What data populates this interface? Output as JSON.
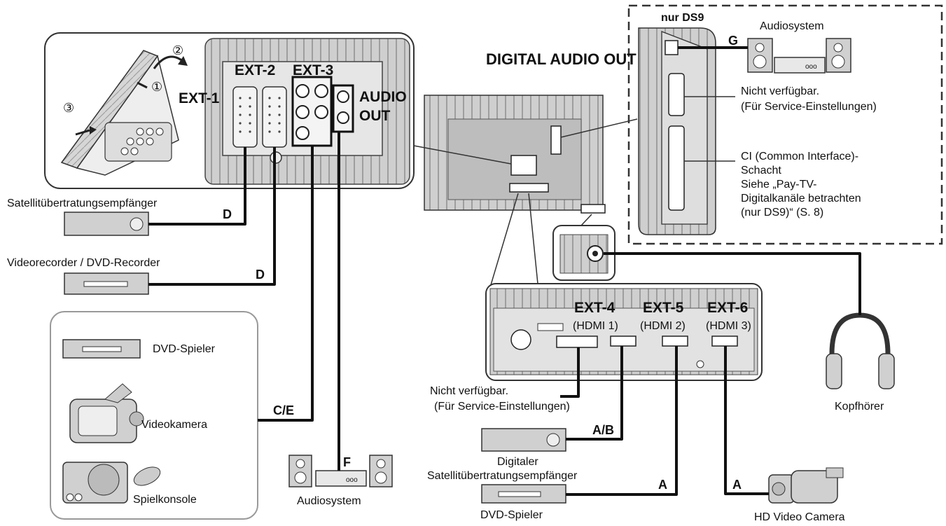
{
  "header": {
    "nur_ds9": "nur DS9",
    "digital_audio_out": "DIGITAL AUDIO OUT"
  },
  "rear_panel": {
    "ext1": "EXT-1",
    "ext2": "EXT-2",
    "ext3": "EXT-3",
    "audio_out_line1": "AUDIO",
    "audio_out_line2": "OUT",
    "step1": "①",
    "step2": "②",
    "step3": "③"
  },
  "hdmi_panel": {
    "ext4": "EXT-4",
    "ext4_sub": "(HDMI 1)",
    "ext5": "EXT-5",
    "ext5_sub": "(HDMI 2)",
    "ext6": "EXT-6",
    "ext6_sub": "(HDMI 3)"
  },
  "side_panel": {
    "not_available_line1": "Nicht verfügbar.",
    "not_available_line2": "(Für Service-Einstellungen)",
    "ci_line1": "CI (Common Interface)-",
    "ci_line2": "Schacht",
    "ci_line3": "Siehe „Pay-TV-",
    "ci_line4": "Digitalkanäle betrachten",
    "ci_line5": "(nur DS9)“ (S. 8)"
  },
  "devices": {
    "audiosystem_top": "Audiosystem",
    "satellite_receiver": "Satellitübertratungsempfänger",
    "video_recorder": "Videorecorder / DVD-Recorder",
    "dvd_player_group": "DVD-Spieler",
    "video_camera": "Videokamera",
    "game_console": "Spielkonsole",
    "audiosystem_bottom": "Audiosystem",
    "service_line1": "Nicht verfügbar.",
    "service_line2": "(Für Service-Einstellungen)",
    "digital_sat_line1": "Digitaler",
    "digital_sat_line2": "Satellitübertratungsempfänger",
    "dvd_player_bottom": "DVD-Spieler",
    "headphones": "Kopfhörer",
    "hd_camera": "HD Video Camera"
  },
  "cable_labels": {
    "g": "G",
    "d1": "D",
    "d2": "D",
    "ce": "C/E",
    "f": "F",
    "ab": "A/B",
    "a1": "A",
    "a2": "A"
  }
}
